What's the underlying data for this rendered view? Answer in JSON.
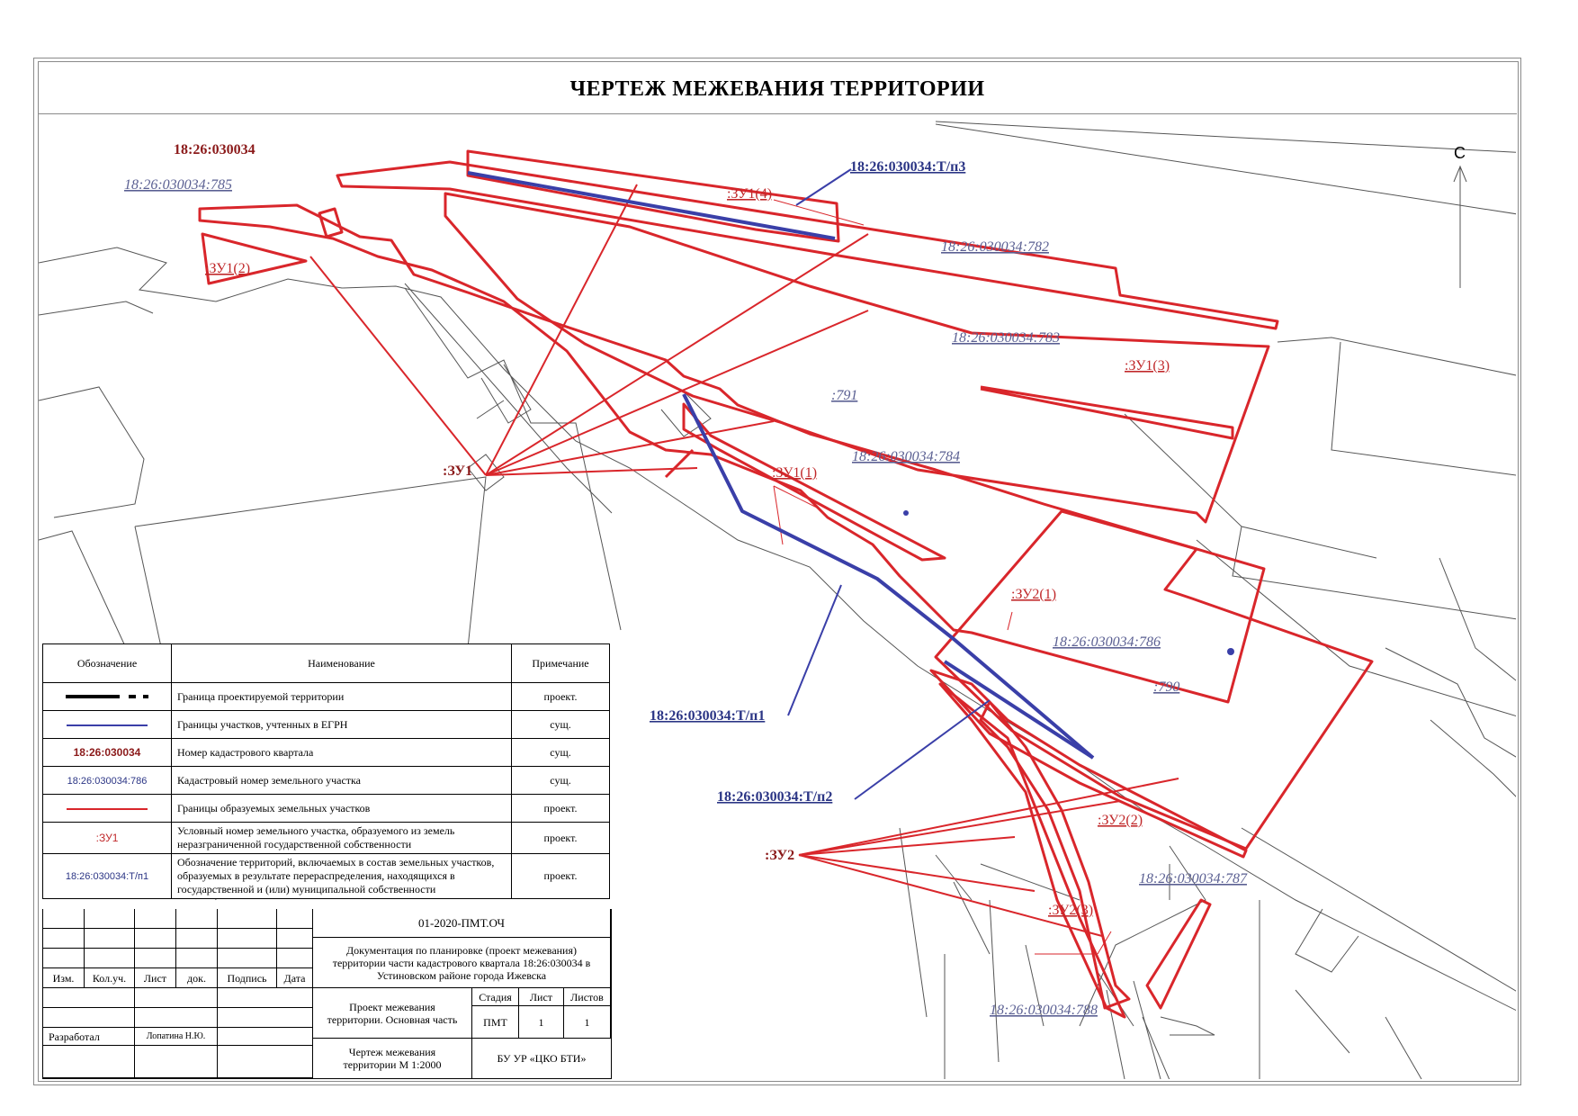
{
  "page": {
    "title": "ЧЕРТЕЖ МЕЖЕВАНИЯ ТЕРРИТОРИИ"
  },
  "map": {
    "north_label": "С",
    "quarter_label": "18:26:030034",
    "parcels": {
      "p785": "18:26:030034:785",
      "p782": "18:26:030034:782",
      "p783": "18:26:030034:783",
      "p784": "18:26:030034:784",
      "p786": "18:26:030034:786",
      "p787": "18:26:030034:787",
      "p788": "18:26:030034:788",
      "p791": ":791",
      "p790": ":790"
    },
    "new_parcels": {
      "zu1_1": ":ЗУ1(1)",
      "zu1_2": ":ЗУ1(2)",
      "zu1_3": ":ЗУ1(3)",
      "zu1_4": ":ЗУ1(4)",
      "zu2_1": ":ЗУ2(1)",
      "zu2_2": ":ЗУ2(2)",
      "zu2_3": ":ЗУ2(3)",
      "zu1": ":ЗУ1",
      "zu2": ":ЗУ2"
    },
    "territories": {
      "tp1": "18:26:030034:Т/п1",
      "tp2": "18:26:030034:Т/п2",
      "tp3": "18:26:030034:Т/п3"
    },
    "colors": {
      "new_boundary": "#d9262b",
      "egrn_boundary": "#3a3fa8",
      "base": "#555555"
    }
  },
  "legend": {
    "headers": {
      "symbol": "Обозначение",
      "name": "Наименование",
      "note": "Примечание"
    },
    "rows": [
      {
        "symbol_type": "dash-line",
        "name": "Граница проектируемой территории",
        "note": "проект."
      },
      {
        "symbol_type": "blue-line",
        "name": "Границы участков, учтенных в ЕГРН",
        "note": "сущ."
      },
      {
        "symbol_text": "18:26:030034",
        "name": "Номер кадастрового квартала",
        "note": "сущ."
      },
      {
        "symbol_text": "18:26:030034:786",
        "name": "Кадастровый номер земельного участка",
        "note": "сущ."
      },
      {
        "symbol_type": "red-line",
        "name": "Границы образуемых земельных участков",
        "note": "проект."
      },
      {
        "symbol_text": ":ЗУ1",
        "name": "Условный номер земельного участка, образуемого из земель неразграниченной государственной собственности",
        "note": "проект."
      },
      {
        "symbol_text": "18:26:030034:Т/п1",
        "name": "Обозначение территорий, включаемых в состав земельных участков, образуемых в результате перераспределения, находящихся в государственной и (или) муниципальной собственности",
        "note": "проект."
      }
    ]
  },
  "stamp": {
    "code": "01-2020-ПМТ.ОЧ",
    "doc_title": "Документация по планировке (проект межевания) территории части кадастрового квартала 18:26:030034 в Устиновском районе города Ижевска",
    "cols": {
      "izm": "Изм.",
      "kol": "Кол.уч.",
      "list": "Лист",
      "dok": "док.",
      "podpis": "Подпись",
      "data": "Дата"
    },
    "section": "Проект межевания территории. Основная часть",
    "stage_h": "Стадия",
    "sheet_h": "Лист",
    "sheets_h": "Листов",
    "stage": "ПМТ",
    "sheet": "1",
    "sheets": "1",
    "developed_label": "Разработал",
    "developer": "Лопатина Н.Ю.",
    "drawing": "Чертеж межевания территории М 1:2000",
    "org": "БУ УР «ЦКО БТИ»"
  }
}
